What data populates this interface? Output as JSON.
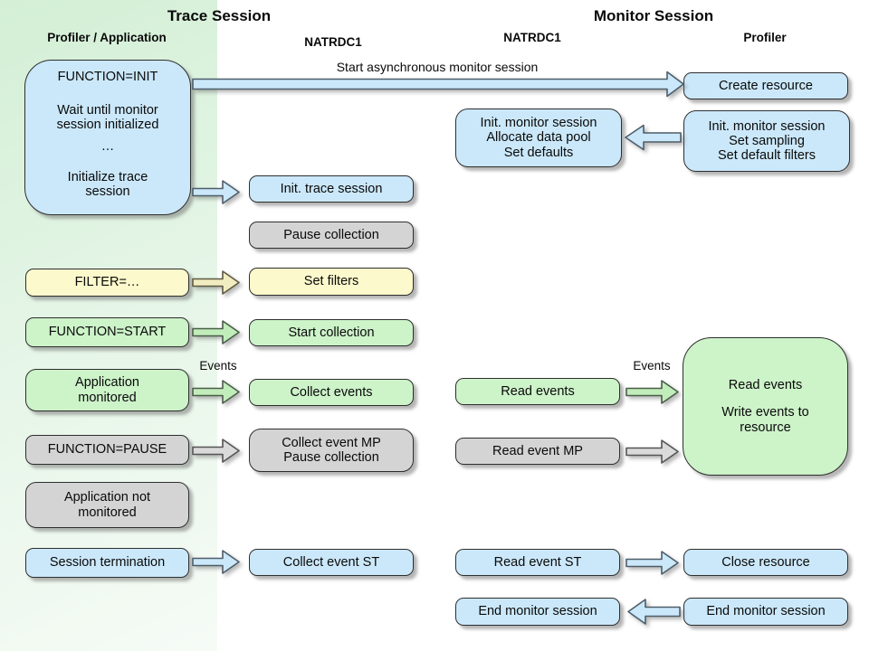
{
  "titles": {
    "trace": "Trace Session",
    "monitor": "Monitor Session"
  },
  "column_headers": {
    "col1": "Profiler / Application",
    "col2": "NATRDC1",
    "col3": "NATRDC1",
    "col4": "Profiler"
  },
  "labels": {
    "start_async": "Start asynchronous monitor session",
    "events_trace": "Events",
    "events_monitor": "Events"
  },
  "boxes": {
    "func_init": {
      "l1": "FUNCTION=INIT",
      "l2a": "Wait until monitor",
      "l2b": "session initialized",
      "l3": "…",
      "l4a": "Initialize trace",
      "l4b": "session"
    },
    "init_trace": "Init. trace session",
    "pause_collection": "Pause collection",
    "filter": "FILTER=…",
    "set_filters": "Set filters",
    "function_start": "FUNCTION=START",
    "start_collection": "Start collection",
    "app_monitored": {
      "l1": "Application",
      "l2": "monitored"
    },
    "collect_events": "Collect events",
    "function_pause": "FUNCTION=PAUSE",
    "collect_event_mp": {
      "l1": "Collect event MP",
      "l2": "Pause collection"
    },
    "app_not_monitored": {
      "l1": "Application not",
      "l2": "monitored"
    },
    "session_termination": "Session termination",
    "collect_event_st": "Collect event ST",
    "create_resource": "Create resource",
    "init_monitor_natrdc1": {
      "l1": "Init. monitor session",
      "l2": "Allocate data pool",
      "l3": "Set defaults"
    },
    "init_monitor_profiler": {
      "l1": "Init. monitor session",
      "l2": "Set sampling",
      "l3": "Set default filters"
    },
    "read_events": "Read events",
    "read_events_big": {
      "l1": "Read events",
      "l2": "Write events to",
      "l3": "resource"
    },
    "read_event_mp": "Read event MP",
    "read_event_st": "Read event ST",
    "close_resource": "Close resource",
    "end_monitor_natrdc1": "End monitor session",
    "end_monitor_profiler": "End monitor session"
  },
  "colors": {
    "box_blue": "#CBE8FA",
    "box_yellow": "#FCF9CC",
    "box_green": "#CDF3C9",
    "box_gray": "#D4D4D4",
    "arrow_blue": "#CBE8FA",
    "arrow_yellow": "#F2EDC0",
    "arrow_green": "#C1EDBB",
    "arrow_gray": "#DADADA",
    "bg_yellow": "#FBF9C9",
    "bg_green": "#D3EFD5"
  }
}
